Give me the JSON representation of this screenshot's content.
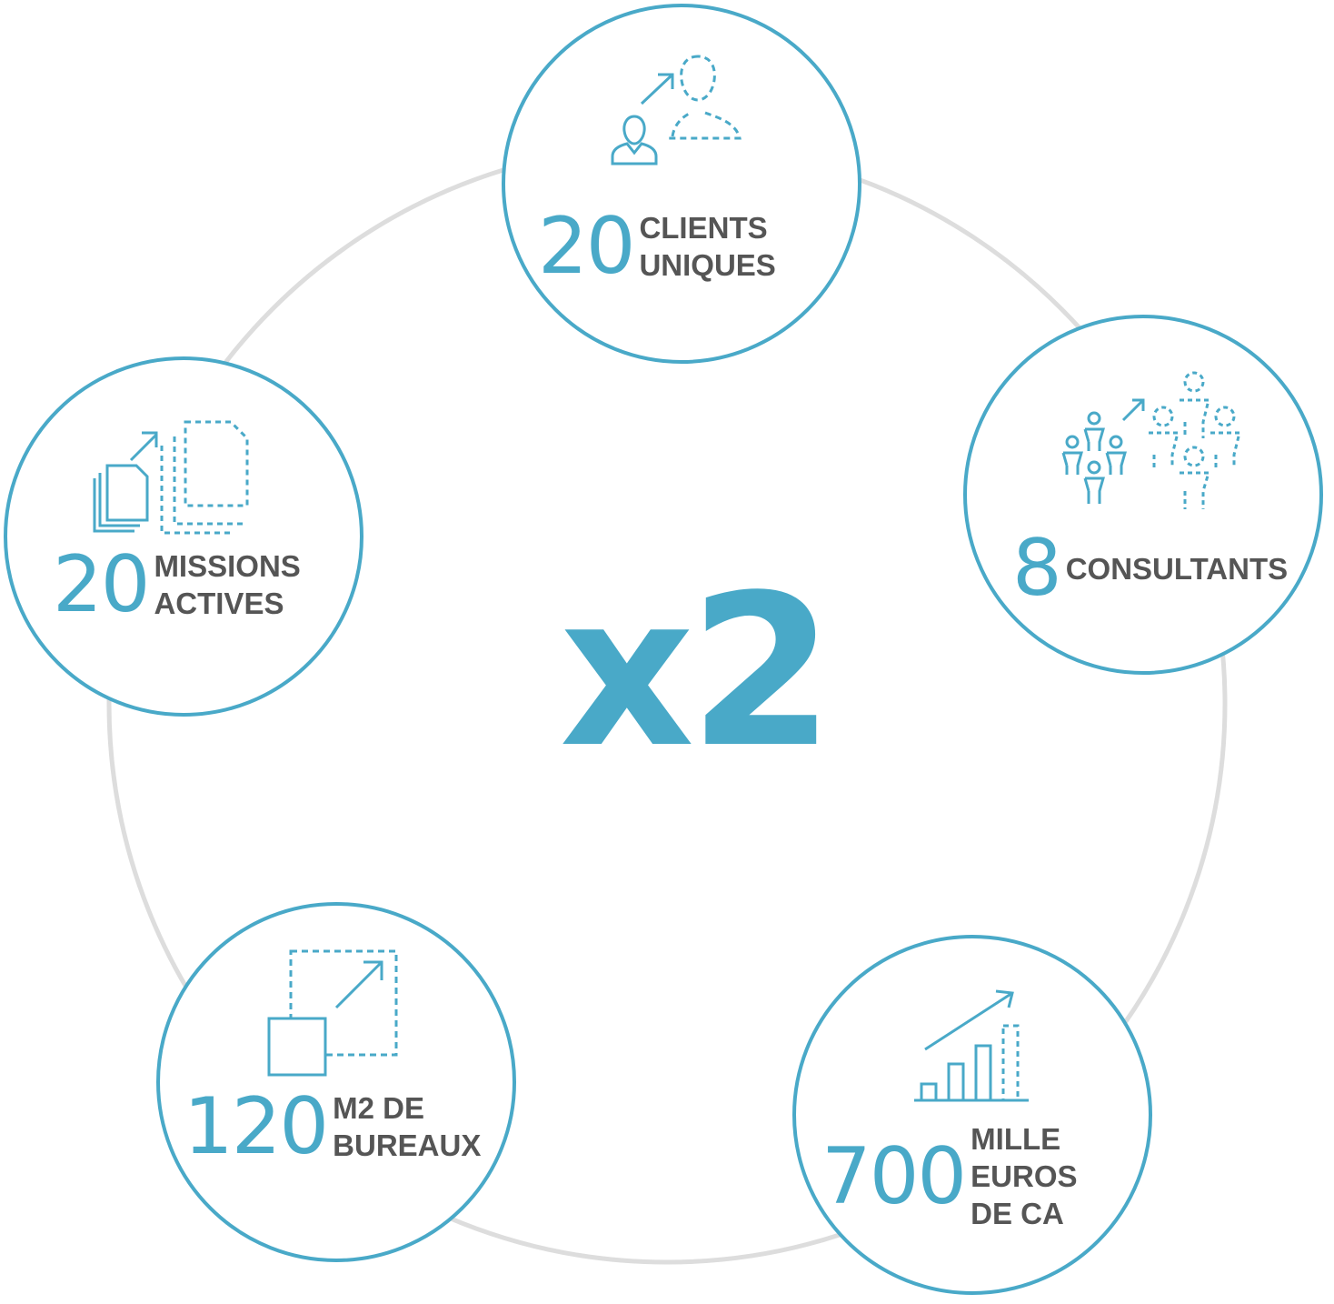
{
  "theme": {
    "accent": "#49a9c8",
    "text_dark": "#555555",
    "ring": "#dddddd"
  },
  "center": {
    "multiplier": "x2"
  },
  "nodes": [
    {
      "id": "clients",
      "icon": "person-growth-icon",
      "number": "20",
      "label_line1": "CLIENTS",
      "label_line2": "UNIQUES"
    },
    {
      "id": "consultants",
      "icon": "team-growth-icon",
      "number": "8",
      "label_line1": "CONSULTANTS",
      "label_line2": ""
    },
    {
      "id": "revenue",
      "icon": "bar-chart-growth-icon",
      "number": "700",
      "label_line1": "MILLE",
      "label_line2": "EUROS",
      "label_line3": "DE CA"
    },
    {
      "id": "offices",
      "icon": "area-expand-icon",
      "number": "120",
      "label_line1": "M2 DE",
      "label_line2": "BUREAUX"
    },
    {
      "id": "missions",
      "icon": "documents-growth-icon",
      "number": "20",
      "label_line1": "MISSIONS",
      "label_line2": "ACTIVES"
    }
  ]
}
